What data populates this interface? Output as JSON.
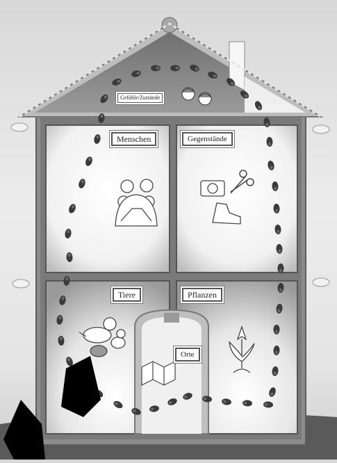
{
  "rooms": {
    "attic": "Gefühle/Zustände",
    "top_left": "Menschen",
    "top_right": "Gegenstände",
    "bottom_left": "Tiere",
    "bottom_right": "Pflanzen",
    "center_door": "Orte"
  },
  "icons": [
    "children-faces-icon",
    "family-group-icon",
    "camera-icon",
    "scissors-icon",
    "sneaker-icon",
    "dog-cat-icon",
    "map-icon",
    "tulip-icon",
    "footprints-icon"
  ],
  "colors": {
    "wall": "#7e7e7e",
    "room_bg": "#f4f4f4",
    "roof": "#8a8a8a",
    "footprint": "#3a3a3a",
    "watermark": "#000000"
  }
}
